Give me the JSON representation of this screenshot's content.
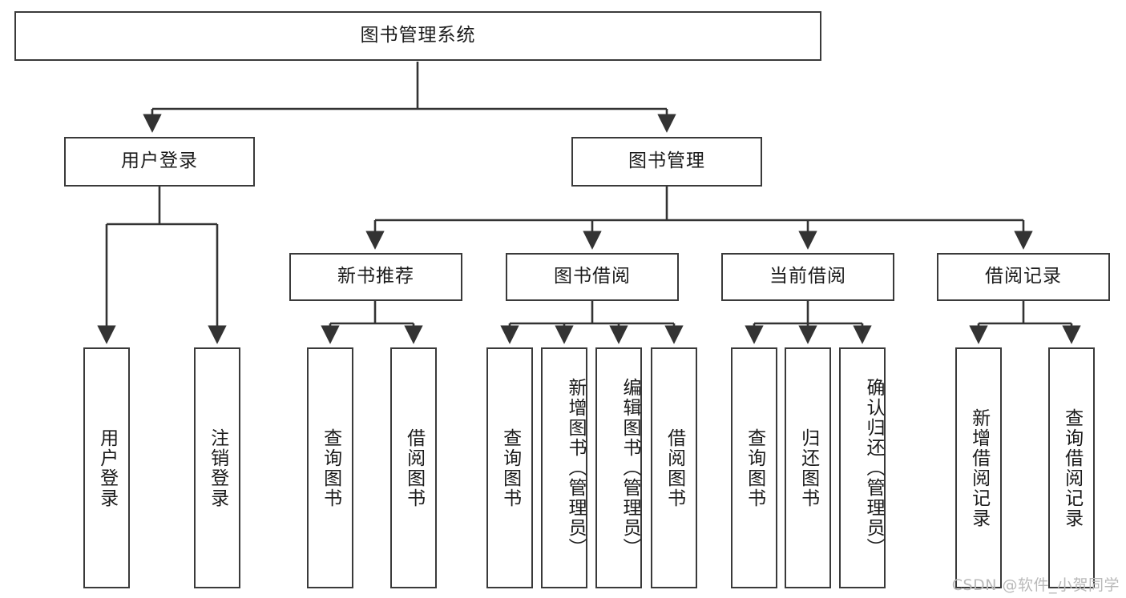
{
  "diagram": {
    "type": "tree",
    "title": "图书管理系统",
    "nodes": {
      "root": {
        "label": "图书管理系统"
      },
      "user_login": {
        "label": "用户登录"
      },
      "book_manage": {
        "label": "图书管理"
      },
      "new_book_rec": {
        "label": "新书推荐"
      },
      "book_borrow": {
        "label": "图书借阅"
      },
      "current_borrow": {
        "label": "当前借阅"
      },
      "borrow_record": {
        "label": "借阅记录"
      },
      "leaf_user_login": {
        "label": "用户登录"
      },
      "leaf_logout": {
        "label": "注销登录"
      },
      "leaf_query_book_1": {
        "label": "查询图书"
      },
      "leaf_borrow_book_1": {
        "label": "借阅图书"
      },
      "leaf_query_book_2": {
        "label": "查询图书"
      },
      "leaf_add_book": {
        "label": "新增图书（管理员）"
      },
      "leaf_edit_book": {
        "label": "编辑图书（管理员）"
      },
      "leaf_borrow_book_2": {
        "label": "借阅图书"
      },
      "leaf_query_book_3": {
        "label": "查询图书"
      },
      "leaf_return_book": {
        "label": "归还图书"
      },
      "leaf_confirm_return": {
        "label": "确认归还（管理员）"
      },
      "leaf_add_record": {
        "label": "新增借阅记录"
      },
      "leaf_query_record": {
        "label": "查询借阅记录"
      }
    },
    "edges": [
      {
        "from": "root",
        "to": "user_login"
      },
      {
        "from": "root",
        "to": "book_manage"
      },
      {
        "from": "user_login",
        "to": "leaf_user_login"
      },
      {
        "from": "user_login",
        "to": "leaf_logout"
      },
      {
        "from": "book_manage",
        "to": "new_book_rec"
      },
      {
        "from": "book_manage",
        "to": "book_borrow"
      },
      {
        "from": "book_manage",
        "to": "current_borrow"
      },
      {
        "from": "book_manage",
        "to": "borrow_record"
      },
      {
        "from": "new_book_rec",
        "to": "leaf_query_book_1"
      },
      {
        "from": "new_book_rec",
        "to": "leaf_borrow_book_1"
      },
      {
        "from": "book_borrow",
        "to": "leaf_query_book_2"
      },
      {
        "from": "book_borrow",
        "to": "leaf_add_book"
      },
      {
        "from": "book_borrow",
        "to": "leaf_edit_book"
      },
      {
        "from": "book_borrow",
        "to": "leaf_borrow_book_2"
      },
      {
        "from": "current_borrow",
        "to": "leaf_query_book_3"
      },
      {
        "from": "current_borrow",
        "to": "leaf_return_book"
      },
      {
        "from": "current_borrow",
        "to": "leaf_confirm_return"
      },
      {
        "from": "borrow_record",
        "to": "leaf_add_record"
      },
      {
        "from": "borrow_record",
        "to": "leaf_query_record"
      }
    ],
    "colors": {
      "background": "#ffffff",
      "box_fill": "#ffffff",
      "box_stroke": "#3a3a3a",
      "connector": "#333333",
      "text": "#1b1b1b",
      "watermark": "#b9b9b9"
    }
  },
  "watermark": {
    "text": "CSDN @软件_小贺同学"
  }
}
